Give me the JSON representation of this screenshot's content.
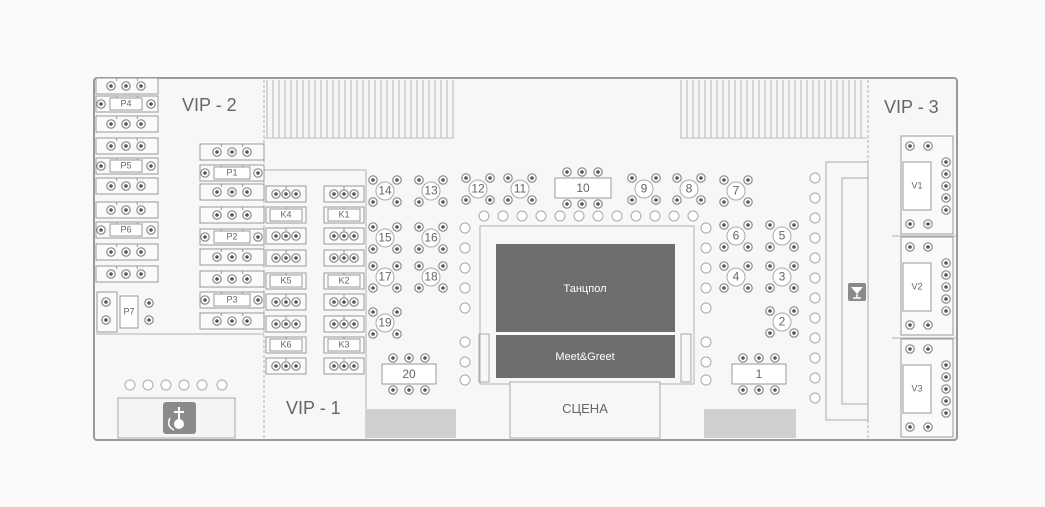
{
  "zones": {
    "vip1": "VIP - 1",
    "vip2": "VIP - 2",
    "vip3": "VIP - 3"
  },
  "areas": {
    "dancefloor": "Танцпол",
    "meet_greet": "Meet&Greet",
    "stage": "СЦЕНА"
  },
  "icons": {
    "bar": "cocktail-icon",
    "hookah": "hookah-icon"
  },
  "colors": {
    "dark_area": "#6e6e6e",
    "floor": "#d0d0d0",
    "outline": "#9a9a9a",
    "text": "#6a6a6a"
  },
  "p_tables": [
    "P4",
    "P5",
    "P6",
    "P7",
    "P1",
    "P2",
    "P3"
  ],
  "k_tables": [
    "K4",
    "K1",
    "K5",
    "K2",
    "K6",
    "K3"
  ],
  "v_tables": [
    "V1",
    "V2",
    "V3"
  ],
  "numbered_tables": [
    "14",
    "13",
    "12",
    "11",
    "10",
    "9",
    "8",
    "7",
    "15",
    "16",
    "6",
    "5",
    "17",
    "18",
    "4",
    "3",
    "19",
    "2",
    "20",
    "1"
  ]
}
